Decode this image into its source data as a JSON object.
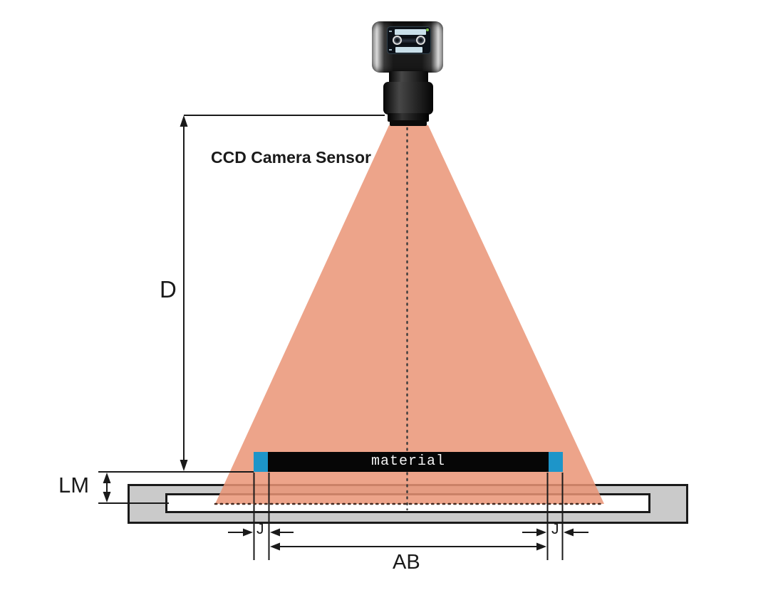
{
  "title": "CCD camera sensor field-of-view measurement diagram",
  "labels": {
    "camera": "CCD Camera Sensor",
    "material": "material",
    "dim_d": "D",
    "dim_lm": "LM",
    "dim_j_left": "J",
    "dim_j_right": "J",
    "dim_ab": "AB"
  },
  "colors": {
    "cone_fill": "#eda48b",
    "material_end_blue": "#1d95c9",
    "material_body": "#060606",
    "platform_gray": "#cacaca",
    "outline_black": "#1a1a1a",
    "screen_bar_blue": "#c9dfe9",
    "plane_dotted_line": "#452a20"
  },
  "icons": {
    "camera": "ccd-camera-icon",
    "cone": "light-cone-shape",
    "arrows": "dimension-arrows"
  }
}
